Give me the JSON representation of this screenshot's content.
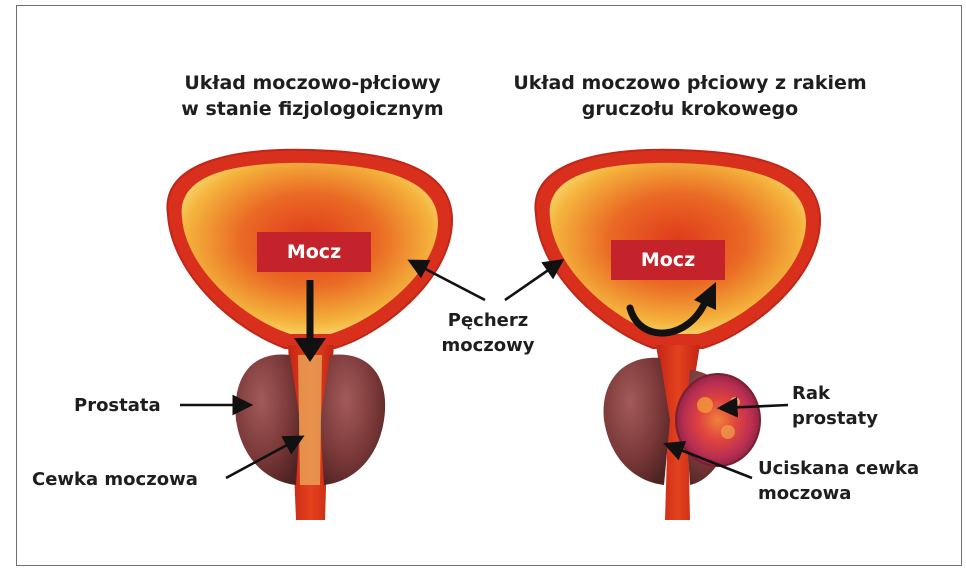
{
  "left": {
    "title_line1": "Układ moczowo-płciowy",
    "title_line2": "w stanie fizjologoicznym",
    "urine_label": "Mocz"
  },
  "right": {
    "title_line1": "Układ moczowo płciowy z rakiem",
    "title_line2": "gruczołu krokowego",
    "urine_label": "Mocz"
  },
  "labels": {
    "bladder_line1": "Pęcherz",
    "bladder_line2": "moczowy",
    "prostate": "Prostata",
    "urethra": "Cewka moczowa",
    "cancer_line1": "Rak",
    "cancer_line2": "prostaty",
    "compressed_line1": "Uciskana cewka",
    "compressed_line2": "moczowa"
  },
  "colors": {
    "label_box": "#c4232b",
    "bladder_wall": "#e0442a",
    "prostate": "#7a3a3a",
    "tumor": "#c8323c"
  }
}
